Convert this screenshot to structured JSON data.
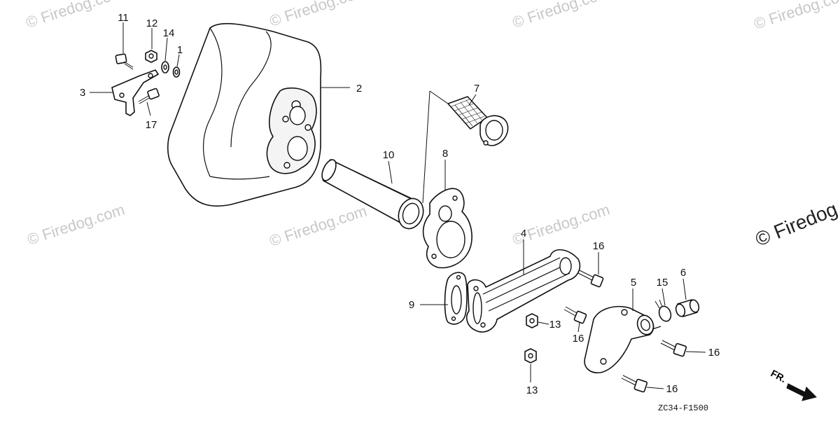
{
  "watermark": {
    "text": "© Firedog.com",
    "text_edge": "© Firedog.co"
  },
  "callouts": {
    "p1": "1",
    "p2": "2",
    "p3": "3",
    "p4": "4",
    "p5": "5",
    "p6": "6",
    "p7": "7",
    "p8": "8",
    "p9": "9",
    "p10": "10",
    "p11": "11",
    "p12": "12",
    "p13": "13",
    "p14": "14",
    "p15": "15",
    "p16": "16",
    "p17": "17"
  },
  "diagram_code": "ZC34-F1500",
  "direction_label": "FR."
}
